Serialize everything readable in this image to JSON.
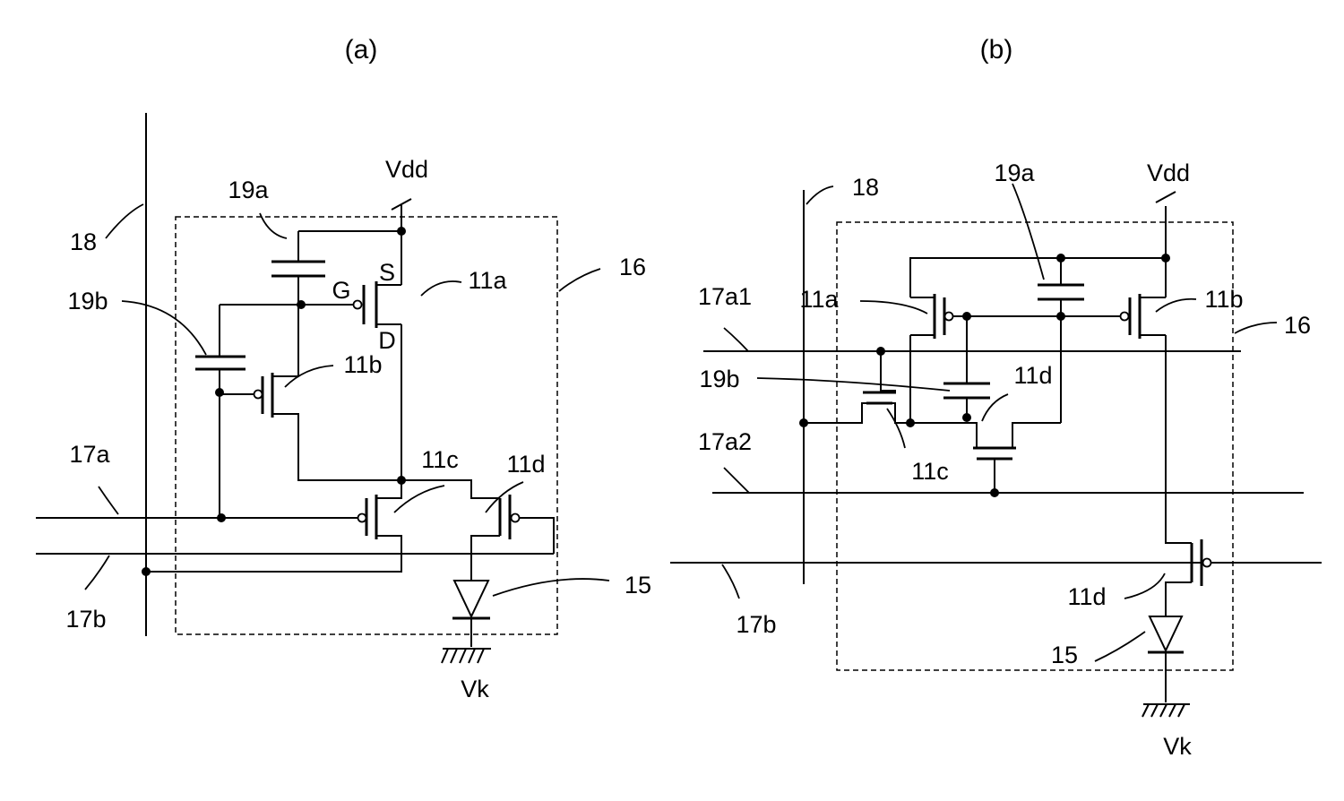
{
  "panel_a": {
    "title": "(a)",
    "labels": {
      "vdd": "Vdd",
      "cap_19a": "19a",
      "cap_19b": "19b",
      "line_18": "18",
      "gate_g": "G",
      "source_s": "S",
      "drain_d": "D",
      "tr_11a": "11a",
      "tr_11b": "11b",
      "tr_11c": "11c",
      "tr_11d": "11d",
      "pixel_16": "16",
      "line_17a": "17a",
      "line_17b": "17b",
      "led_15": "15",
      "vk": "Vk"
    }
  },
  "panel_b": {
    "title": "(b)",
    "labels": {
      "line_18": "18",
      "cap_19a": "19a",
      "vdd": "Vdd",
      "line_17a1": "17a1",
      "tr_11a": "11a",
      "tr_11b": "11b",
      "pixel_16": "16",
      "cap_19b": "19b",
      "tr_11d_upper": "11d",
      "line_17a2": "17a2",
      "tr_11c": "11c",
      "line_17b": "17b",
      "tr_11d_lower": "11d",
      "led_15": "15",
      "vk": "Vk"
    }
  }
}
